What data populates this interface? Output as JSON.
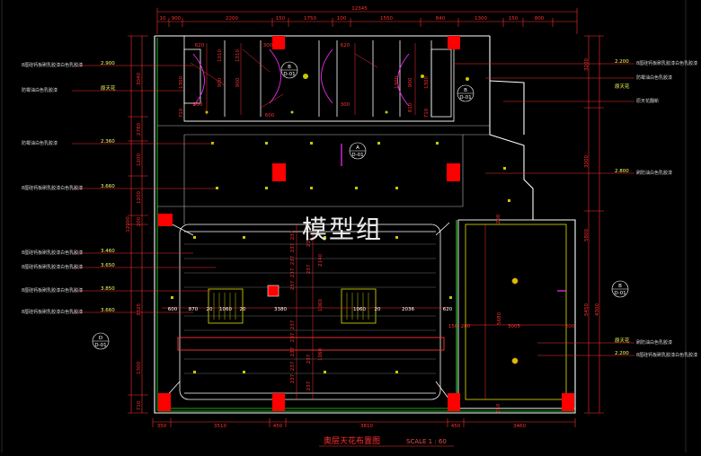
{
  "colors": {
    "background": "#000000",
    "wall": "#ffffff",
    "dimension": "#ff3030",
    "fixture": "#c8c800",
    "column": "#ff0000",
    "frame": "#2a2a2a",
    "ceiling_line": "#bbbbbb",
    "tile": "#00c800",
    "skirting": "#20a020",
    "marker": "#ff30ff"
  },
  "drawing": {
    "title": "奥层天花布置图",
    "scale_label": "SCALE  1 : 60",
    "watermark": "模型组"
  },
  "dimensions": {
    "top_total": "12345",
    "top_segments": [
      "10",
      "900",
      "2200",
      "150",
      "1750",
      "100",
      "1550",
      "840",
      "1300",
      "150",
      "800"
    ],
    "bottom_segments": [
      "350",
      "3510",
      "450",
      "3810",
      "450",
      "3460"
    ],
    "left": [
      "3040",
      "2780",
      "1200",
      "1200",
      "200",
      "3325",
      "1300",
      "710",
      "12000"
    ],
    "right": [
      "3200",
      "3000",
      "5800",
      "5450",
      "4300"
    ],
    "interior": {
      "toilet": [
        "620",
        "300",
        "1300",
        "710",
        "1010",
        "900",
        "300",
        "620",
        "900",
        "1010",
        "810",
        "1300",
        "900",
        "710",
        "1300",
        "300",
        "600"
      ],
      "hall_row": [
        "600",
        "870",
        "20",
        "1060",
        "20",
        "3380",
        "1060",
        "20",
        "2036",
        "620"
      ],
      "hall_col": [
        "237",
        "237",
        "237",
        "237",
        "237",
        "237",
        "237",
        "237",
        "237",
        "237",
        "237",
        "237",
        "237",
        "237"
      ],
      "mid": [
        "2140",
        "1060",
        "1060"
      ],
      "right_room": [
        "200",
        "5680",
        "200",
        "3005",
        "200",
        "150",
        "150"
      ]
    }
  },
  "notes_left": [
    "8厘硅钙板刷乳胶漆白色乳胶漆",
    "防霉油白色乳胶漆",
    "防霉油白色乳胶漆",
    "8厘硅钙板刷乳胶漆白色乳胶漆",
    "8厘硅钙板刷乳胶漆白色乳胶漆",
    "8厘硅钙板刷乳胶漆白色乳胶漆",
    "8厘硅钙板刷乳胶漆白色乳胶漆",
    "8厘硅钙板刷乳胶漆白色乳胶漆"
  ],
  "notes_right": [
    "8厘硅钙板刷乳胶漆白色乳胶漆",
    "防霉油白色乳胶漆",
    "原天花翻新",
    "刷防油白色乳胶漆",
    "刷防油白色乳胶漆",
    "8厘硅钙板刷乳胶漆白色乳胶漆"
  ],
  "heights_left": [
    "2.900",
    "原天花",
    "2.360",
    "3.660",
    "3.460",
    "3.650",
    "3.850",
    "3.660"
  ],
  "heights_right": [
    "2.200",
    "原天花",
    "2.800",
    "原天花",
    "2.200"
  ],
  "section_marks": [
    {
      "letter": "B",
      "sheet": "D-01"
    },
    {
      "letter": "B",
      "sheet": "D-01"
    },
    {
      "letter": "A",
      "sheet": "D-01"
    },
    {
      "letter": "B",
      "sheet": "D-01"
    },
    {
      "letter": "D",
      "sheet": "D-01"
    }
  ]
}
